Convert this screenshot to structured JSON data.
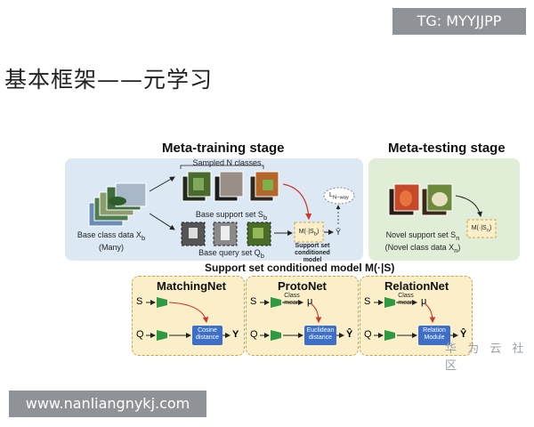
{
  "badge": "TG: MYYJJPP",
  "slide_title": "基本框架——元学习",
  "figure": {
    "meta_training": {
      "heading": "Meta-training stage",
      "sampled_label": "Sampled N classes",
      "base_class_label": "Base class data X",
      "base_class_sub": "b",
      "many": "(Many)",
      "support_label": "Base support set S",
      "support_sub": "b",
      "query_label": "Base query set Q",
      "query_sub": "b",
      "model_box": "M(·|S",
      "model_box_sub": "b",
      "model_caption_1": "Support set",
      "model_caption_2": "conditioned model",
      "loss_label": "L",
      "loss_sub": "N−way",
      "y_hat": "Ŷ"
    },
    "meta_testing": {
      "heading": "Meta-testing stage",
      "novel_label": "Novel support set S",
      "novel_sub": "n",
      "novel_class": "(Novel class data X",
      "novel_class_sub": "n",
      "model_box": "M(·|S",
      "model_box_sub": "n"
    },
    "conditioned_title": "Support set conditioned model M(·|S)",
    "models": [
      {
        "name": "MatchingNet",
        "s": "S",
        "q": "Q",
        "block": "Cosine distance",
        "out": "Y",
        "mid": "",
        "mu": ""
      },
      {
        "name": "ProtoNet",
        "s": "S",
        "q": "Q",
        "block": "Euclidean distance",
        "out": "Ŷ",
        "mid": "Class mean",
        "mu": "μ"
      },
      {
        "name": "RelationNet",
        "s": "S",
        "q": "Q",
        "block": "Relation Module",
        "out": "Ŷ",
        "mid": "Class mean",
        "mu": "μ"
      }
    ]
  },
  "watermark_corner": "华 为 云 社 区",
  "url_banner": "www.nanliangnykj.com",
  "colors": {
    "train_panel": "#dce9f5",
    "test_panel": "#e0eed8",
    "model_panel": "#fbefc9",
    "block": "#3d6fc9",
    "encoder": "#2e9a44",
    "arrow_red": "#d0352b"
  }
}
